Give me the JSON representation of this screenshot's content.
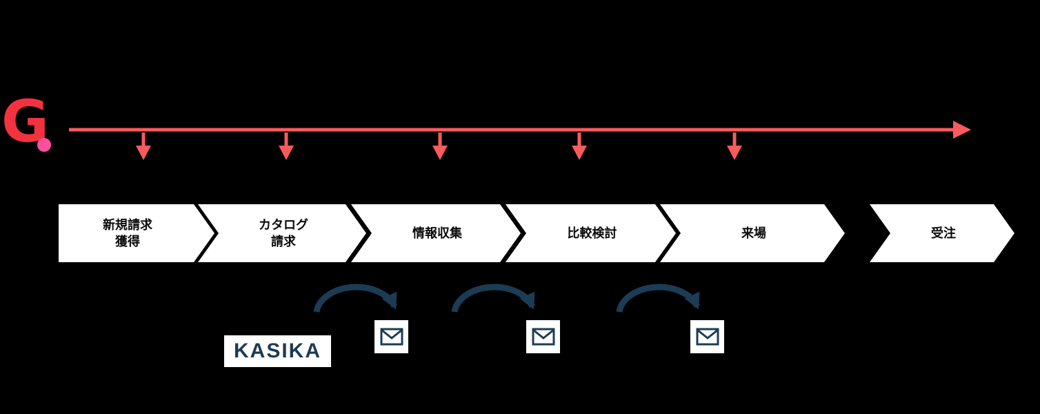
{
  "colors": {
    "background": "#000000",
    "timeline_red": "#fa5a5c",
    "navy": "#1c3c55",
    "stage_bg": "#ffffff",
    "stage_text": "#0a0a0a",
    "logo_red": "#f2333f",
    "logo_pink": "#ff4f9e"
  },
  "logo": {
    "letter": "G"
  },
  "stages": [
    {
      "lines": [
        "新規請求",
        "獲得"
      ]
    },
    {
      "lines": [
        "カタログ",
        "請求"
      ]
    },
    {
      "lines": [
        "情報収集"
      ]
    },
    {
      "lines": [
        "比較検討"
      ]
    },
    {
      "lines": [
        "来場"
      ]
    },
    {
      "lines": [
        "受注"
      ]
    }
  ],
  "kasika_logo": {
    "label": "KASIKA"
  },
  "icons": {
    "envelope": "envelope-icon",
    "timeline_arrow": "right-arrow-icon",
    "tick_arrow": "down-arrow-icon",
    "loop_arrow": "curved-arrow-icon"
  }
}
